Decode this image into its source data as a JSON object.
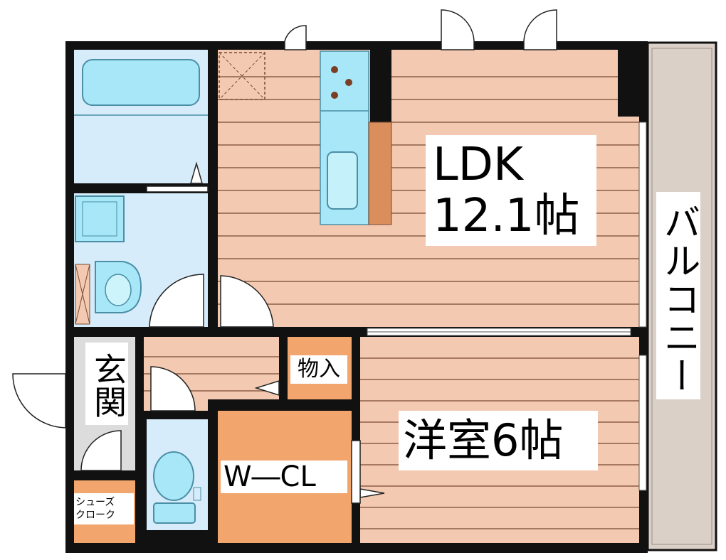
{
  "rooms": {
    "ldk": {
      "name": "LDK",
      "size": "12.1帖"
    },
    "yoshitsu": {
      "label": "洋室6帖"
    },
    "balcony": {
      "label": "バルコニー"
    },
    "genkan": {
      "label": "玄関"
    },
    "storage": {
      "label": "物入"
    },
    "walk_in_closet": {
      "label": "W―CL"
    },
    "shoe_closet": {
      "line1": "シューズ",
      "line2": "クローク"
    }
  },
  "colors": {
    "floor_wood": "#f3c9b1",
    "floor_line": "#7a4a33",
    "wet_area": "#d6ecfb",
    "fixture": "#a8e7f7",
    "closet": "#f2a66e",
    "counter": "#d98e5b",
    "hall_floor": "#dcdcdc",
    "balcony": "#dbd0c8",
    "wall": "#111111"
  }
}
